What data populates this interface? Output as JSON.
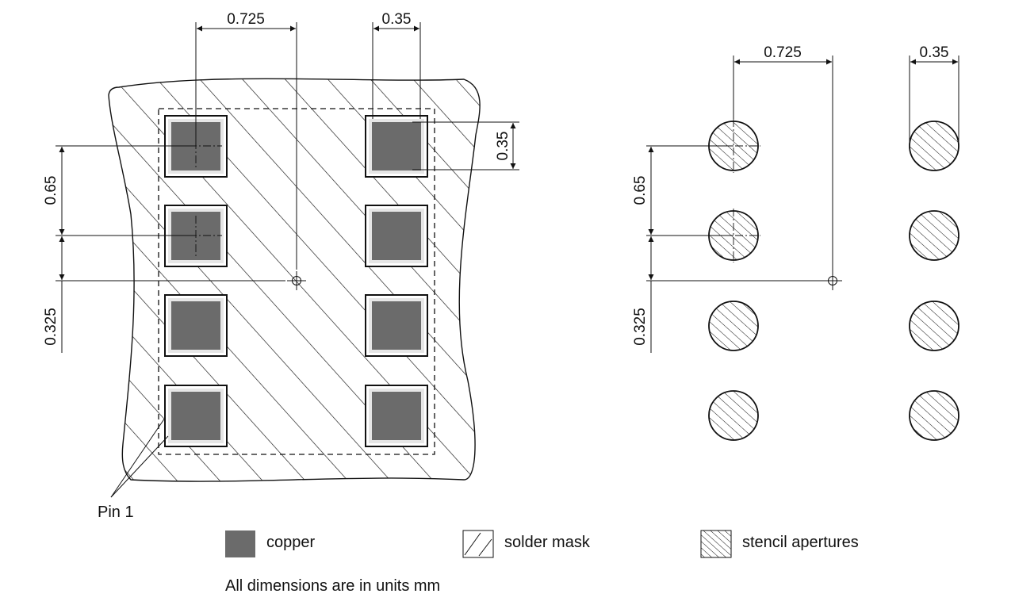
{
  "pcb_view": {
    "dims": {
      "pitch_x": "0.725",
      "pad_size_top": "0.35",
      "pad_size_side": "0.35",
      "pitch_y": "0.65",
      "offset_y": "0.325"
    },
    "pin1_label": "Pin 1",
    "pad_count": 8
  },
  "stencil_view": {
    "dims": {
      "pitch_x": "0.725",
      "aperture_size": "0.35",
      "pitch_y": "0.65",
      "offset_y": "0.325"
    },
    "aperture_count": 8
  },
  "legend": {
    "copper": "copper",
    "solder_mask": "solder mask",
    "stencil": "stencil apertures"
  },
  "note": "All dimensions are in units mm",
  "colors": {
    "copper": "#6b6b6b",
    "line": "#111111",
    "copper_border": "#e6e6e6"
  }
}
